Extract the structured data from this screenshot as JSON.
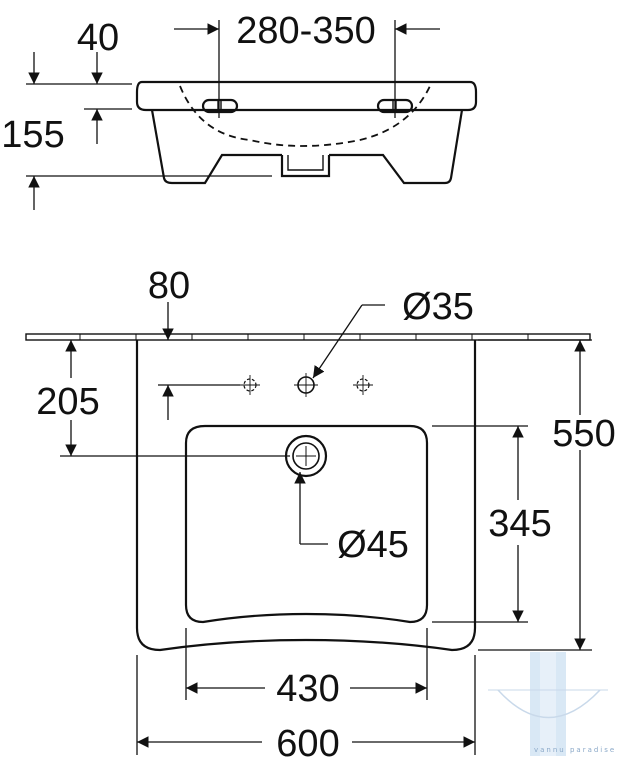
{
  "drawing": {
    "dimensions": {
      "top_hole_spacing": "280-350",
      "rim_thickness": "40",
      "total_height": "155",
      "side_offset": "80",
      "tap_hole_diameter": "Ø35",
      "tap_hole_depth": "205",
      "total_depth": "550",
      "basin_depth": "345",
      "drain_diameter": "Ø45",
      "basin_width": "430",
      "total_width": "600"
    },
    "watermark": {
      "text": "vannu paradise"
    }
  }
}
